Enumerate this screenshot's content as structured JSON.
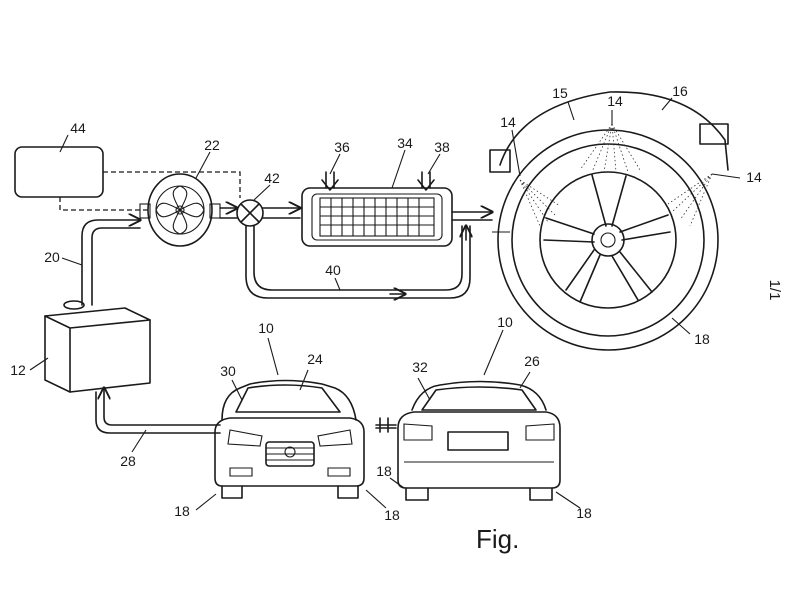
{
  "labels": {
    "reservoir": "44",
    "pump": "22",
    "valve": "42",
    "inlet": "36",
    "heater": "34",
    "outlet": "38",
    "bypass": "40",
    "supply_line": "20",
    "tank": "12",
    "return_line": "28",
    "vehicle_front": "10",
    "vehicle_rear": "10",
    "windshield": "24",
    "front_window": "30",
    "rear_window_inner": "32",
    "rear_window": "26",
    "tire": "15",
    "fender": "16",
    "nozzle_top": "14",
    "nozzle_left": "14",
    "nozzle_right": "14",
    "wheel": "18",
    "wheel_front_left": "18",
    "wheel_front_right": "18",
    "wheel_rear_left": "18",
    "wheel_rear_right": "18"
  },
  "figure_label": "Fig.",
  "sheet_number": "1/1",
  "icons": [
    "plus-icon",
    "arrow-icon",
    "valve-icon",
    "pump-icon",
    "heater-grid-icon",
    "wheel-icon",
    "car-front-icon",
    "car-rear-icon",
    "tank-icon"
  ]
}
